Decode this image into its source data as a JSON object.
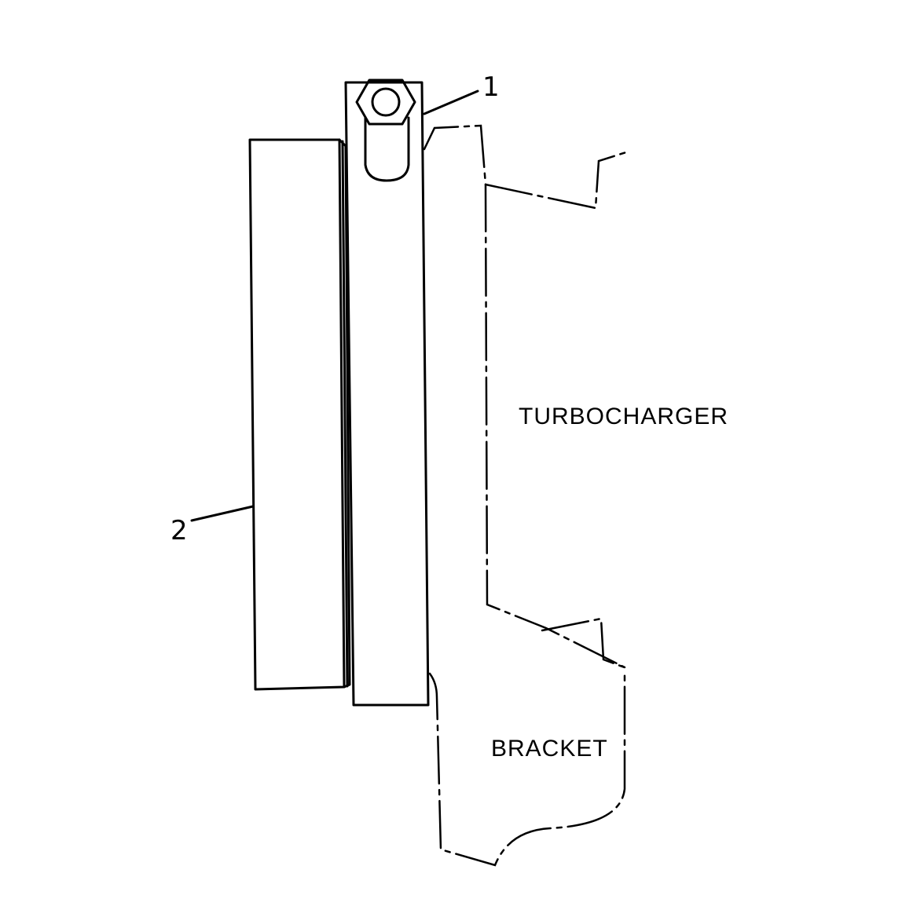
{
  "callouts": {
    "item_1": "1",
    "item_2": "2"
  },
  "labels": {
    "turbocharger": "TURBOCHARGER",
    "bracket": "BRACKET"
  }
}
